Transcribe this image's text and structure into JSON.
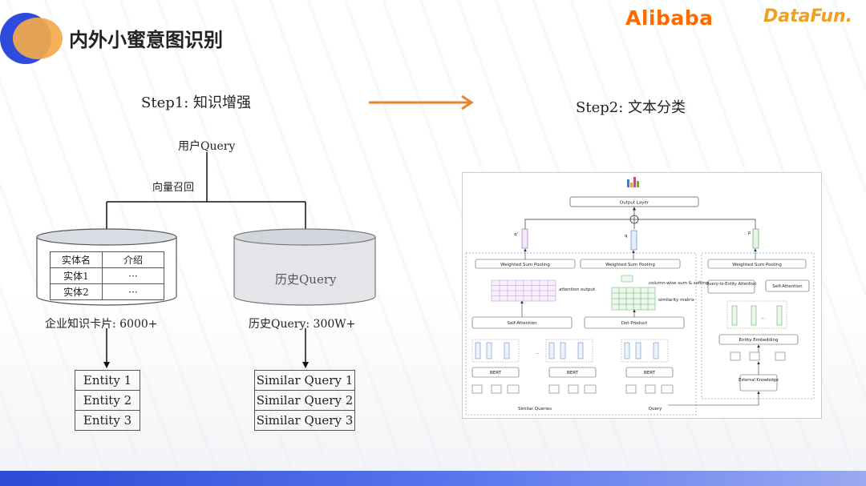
{
  "header": {
    "title": "内外小蜜意图识别",
    "logo_alibaba": "Alibaba",
    "logo_datafun": "DataFun."
  },
  "steps": {
    "step1": "Step1: 知识增强",
    "step2": "Step2: 文本分类"
  },
  "flow": {
    "user_query": "用户Query",
    "recall_label": "向量召回",
    "history_db_label": "历史Query",
    "kb_caption": "企业知识卡片: 6000+",
    "history_caption": "历史Query: 300W+"
  },
  "kb_table": {
    "headers": [
      "实体名",
      "介绍"
    ],
    "rows": [
      [
        "实体1",
        "···"
      ],
      [
        "实体2",
        "···"
      ]
    ]
  },
  "entities": [
    "Entity 1",
    "Entity 2",
    "Entity 3"
  ],
  "similar_queries": [
    "Similar Query 1",
    "Similar Query 2",
    "Similar Query 3"
  ],
  "figure": {
    "output_layer": "Output Layer",
    "q_prime": "q'",
    "q": "q",
    "p": "p",
    "wsp": "Weighted Sum Pooling",
    "attention_output": "attention output",
    "colwise": "column-wise sum & softmax",
    "similarity_matrix": "similarity matrix",
    "self_attention": "Self-Attention",
    "dot_product": "Dot-Product",
    "bert": "BERT",
    "q2e_attention": "Query-to-Entity Attention",
    "entity_embedding": "Entity Embedding",
    "external_knowledge": "External Knowledge",
    "similar_queries": "Similar Queries",
    "query": "Query"
  },
  "colors": {
    "accent_blue": "#2f4bdc",
    "accent_orange": "#f4a94a",
    "arrow_orange": "#e8842c",
    "alibaba_orange": "#ff6a00"
  }
}
